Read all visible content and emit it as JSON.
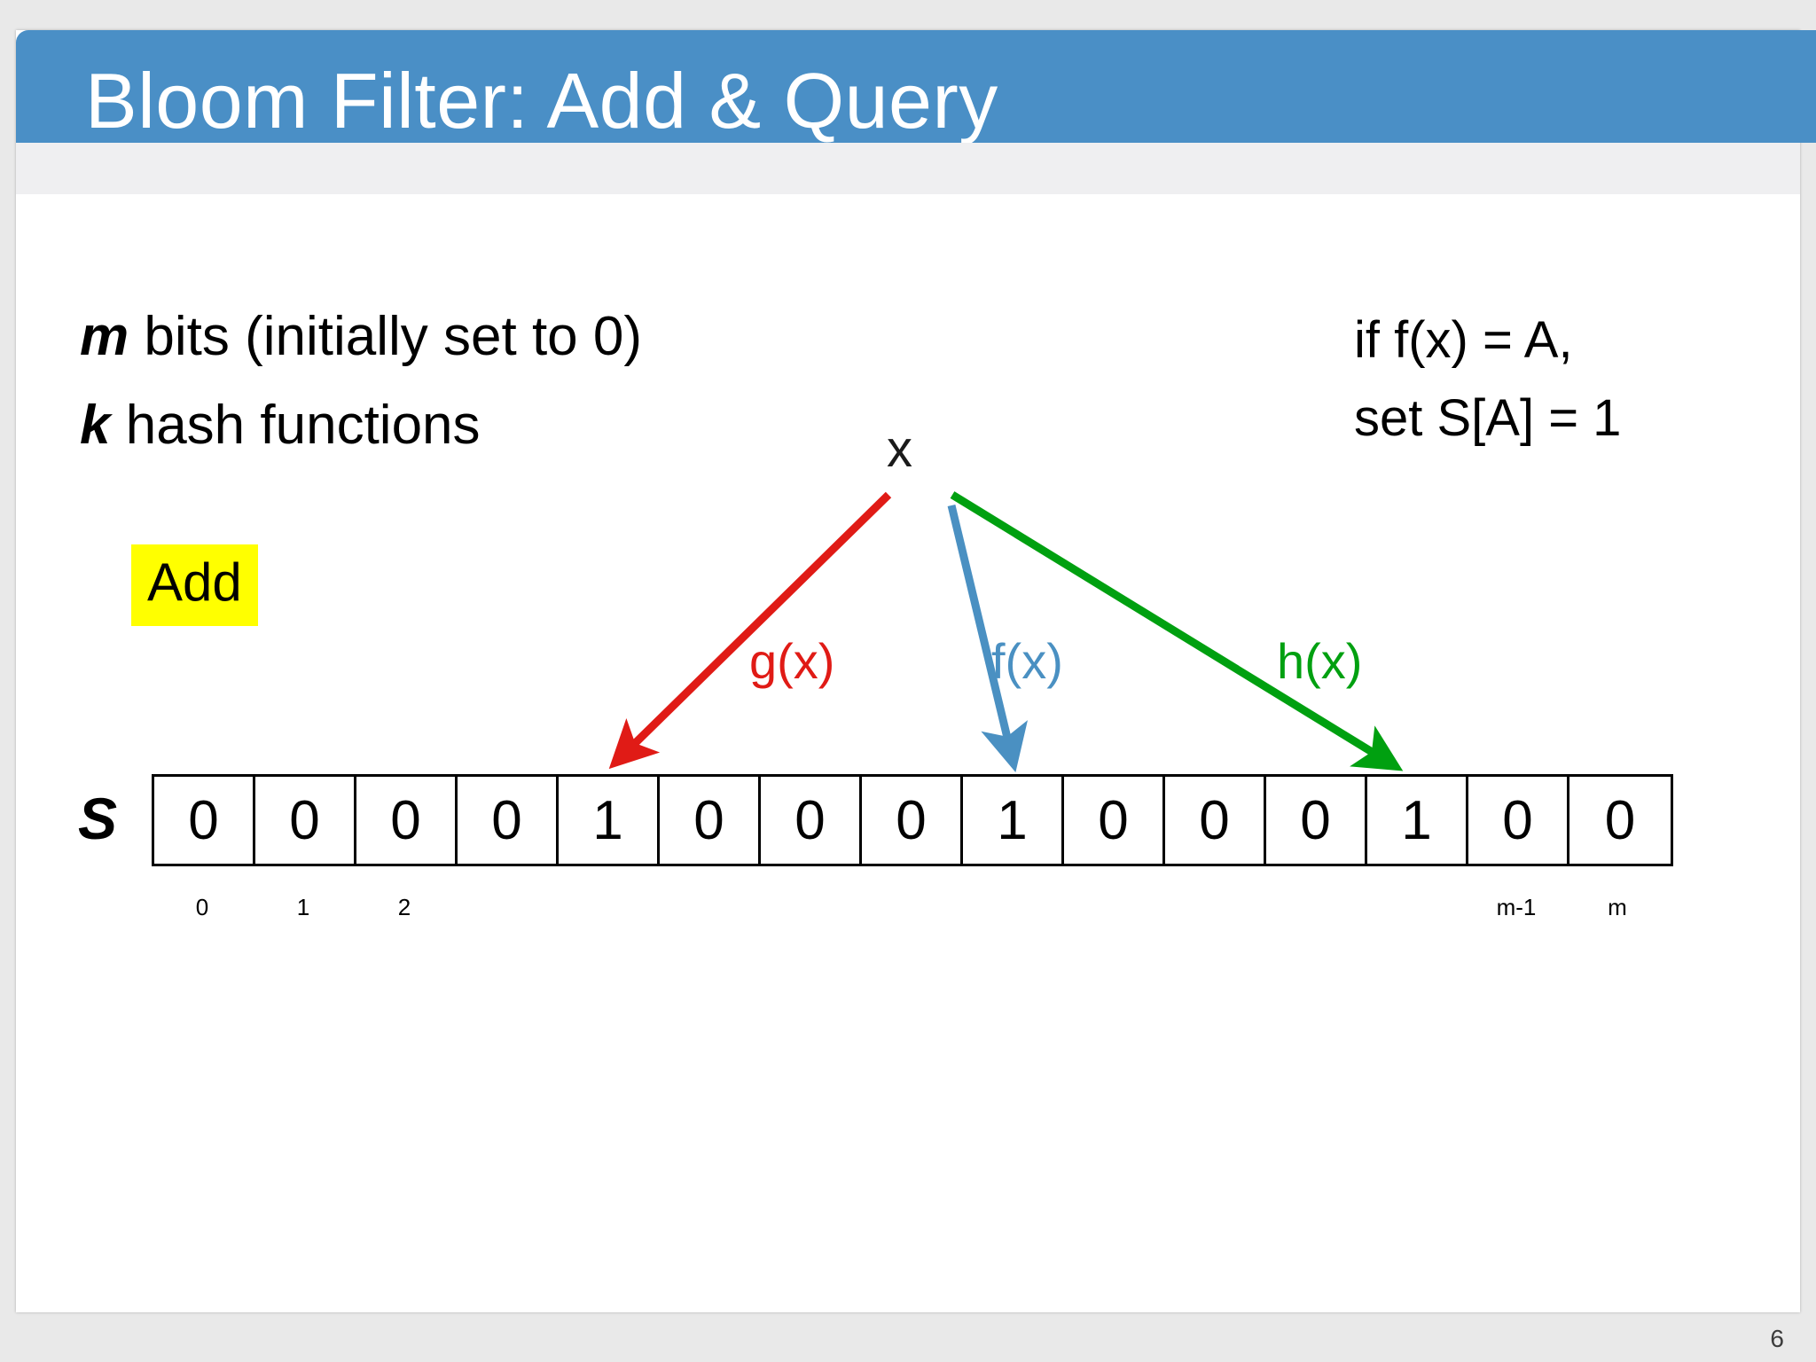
{
  "slide": {
    "title": "Bloom Filter: Add & Query",
    "page_number": "6",
    "banner_color": "#4a8fc6",
    "banner_text_color": "#ffffff",
    "background_color": "#e9e9e9",
    "page_color": "#ffffff"
  },
  "parameters": {
    "line1_symbol": "m",
    "line1_text": " bits (initially set to 0)",
    "line2_symbol": "k",
    "line2_text": " hash functions"
  },
  "rule": {
    "line1": "if f(x) = A,",
    "line2": "set S[A] = 1"
  },
  "operation": {
    "label": "Add",
    "highlight_color": "#ffff00"
  },
  "element": {
    "label": "x"
  },
  "hash_functions": [
    {
      "label": "g(x)",
      "color": "#e01b16",
      "target_index": 4
    },
    {
      "label": "f(x)",
      "color": "#4a90c2",
      "target_index": 8
    },
    {
      "label": "h(x)",
      "color": "#00a010",
      "target_index": 12
    }
  ],
  "bit_array": {
    "name": "S",
    "cells": [
      "0",
      "0",
      "0",
      "0",
      "1",
      "0",
      "0",
      "0",
      "1",
      "0",
      "0",
      "0",
      "1",
      "0",
      "0"
    ],
    "index_labels": [
      {
        "text": "0",
        "cell": 0
      },
      {
        "text": "1",
        "cell": 1
      },
      {
        "text": "2",
        "cell": 2
      },
      {
        "text": "m-1",
        "cell": 13
      },
      {
        "text": "m",
        "cell": 14
      }
    ]
  }
}
